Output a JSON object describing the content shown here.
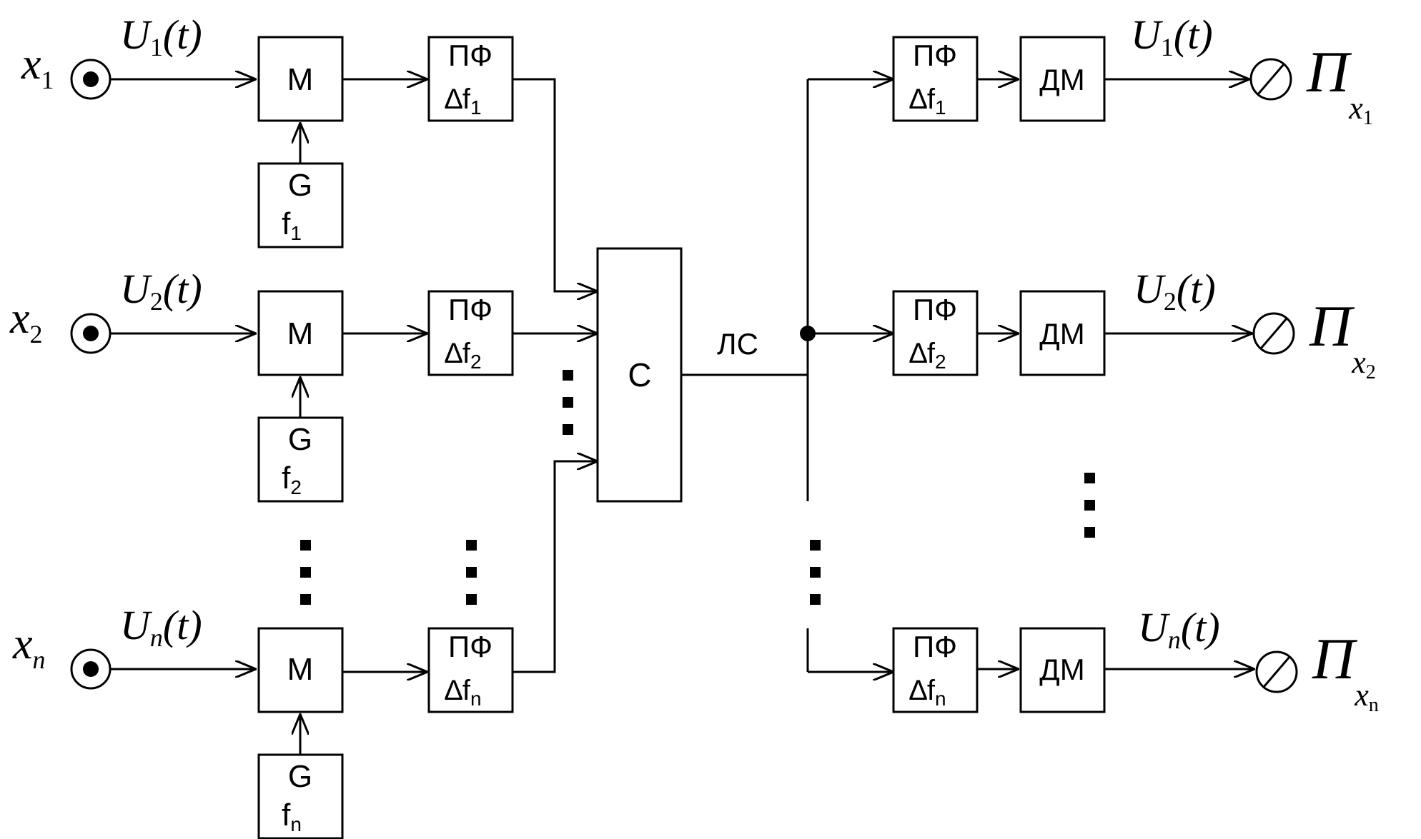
{
  "channels": [
    {
      "input_symbol": "x",
      "input_sub": "1",
      "signal": "U",
      "signal_sub": "1",
      "signal_arg": "(t)",
      "modulator": "М",
      "generator_top": "G",
      "generator_bottom": "f",
      "generator_sub": "1",
      "tx_filter_top": "ПФ",
      "tx_filter_bottom": "∆f",
      "tx_filter_sub": "1"
    },
    {
      "input_symbol": "x",
      "input_sub": "2",
      "signal": "U",
      "signal_sub": "2",
      "signal_arg": "(t)",
      "modulator": "М",
      "generator_top": "G",
      "generator_bottom": "f",
      "generator_sub": "2",
      "tx_filter_top": "ПФ",
      "tx_filter_bottom": "∆f",
      "tx_filter_sub": "2"
    },
    {
      "input_symbol": "x",
      "input_sub": "n",
      "signal": "U",
      "signal_sub": "n",
      "signal_arg": "(t)",
      "modulator": "М",
      "generator_top": "G",
      "generator_bottom": "f",
      "generator_sub": "n",
      "tx_filter_top": "ПФ",
      "tx_filter_bottom": "∆f",
      "tx_filter_sub": "n"
    }
  ],
  "combiner": "С",
  "line_label": "ЛС",
  "receivers": [
    {
      "rx_filter_top": "ПФ",
      "rx_filter_bottom": "∆f",
      "rx_filter_sub": "1",
      "demodulator": "ДМ",
      "signal": "U",
      "signal_sub": "1",
      "signal_arg": "(t)",
      "output_symbol": "П",
      "output_sub_symbol": "x",
      "output_sub_index": "1"
    },
    {
      "rx_filter_top": "ПФ",
      "rx_filter_bottom": "∆f",
      "rx_filter_sub": "2",
      "demodulator": "ДМ",
      "signal": "U",
      "signal_sub": "2",
      "signal_arg": "(t)",
      "output_symbol": "П",
      "output_sub_symbol": "x",
      "output_sub_index": "2"
    },
    {
      "rx_filter_top": "ПФ",
      "rx_filter_bottom": "∆f",
      "rx_filter_sub": "n",
      "demodulator": "ДМ",
      "signal": "U",
      "signal_sub": "n",
      "signal_arg": "(t)",
      "output_symbol": "П",
      "output_sub_symbol": "x",
      "output_sub_index": "n"
    }
  ]
}
